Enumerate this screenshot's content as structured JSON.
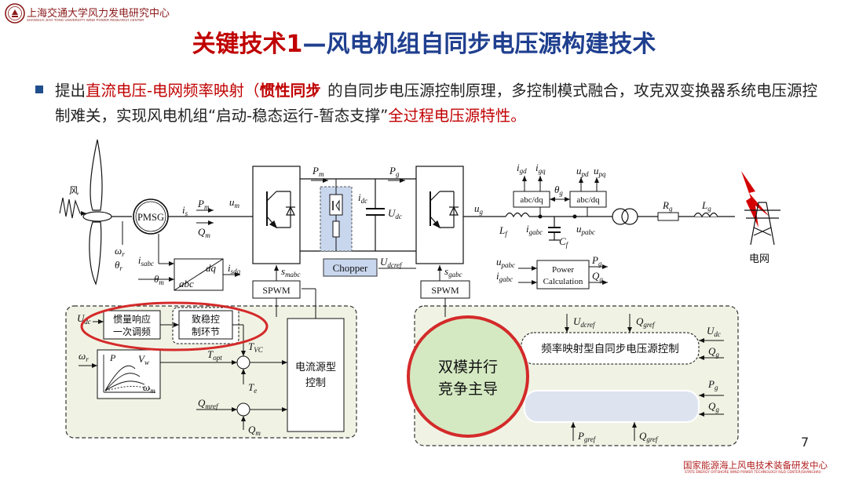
{
  "header": {
    "org_cn": "上海交通大学风力发电研究中心",
    "org_en": "SHANGHAI JIAO TONG UNIVERSITY WIND POWER RESEARCH CENTER"
  },
  "title": {
    "part1": "关键技术1",
    "part2": "—风电机组自同步电压源构建技术"
  },
  "bullet": {
    "t1": "提出",
    "t2": "直流电压-电网频率映射（",
    "t3": "惯性同步",
    "t4": "）",
    "t5": "的自同步电压源控制原理，多控制模式融合，攻克双变换器系统电压源控制难关，实现风电机组",
    "t6": "“启动-稳态运行-暂态支撑”",
    "t7": "全过程电压源特性。"
  },
  "diagram": {
    "wind": "风",
    "pmsg": "PMSG",
    "i_s": "i",
    "i_s_sub": "s",
    "pm": "P",
    "pm_sub": "m",
    "qm": "Q",
    "qm_sub": "m",
    "um": "u",
    "um_sub": "m",
    "pm2": "P",
    "pm2_sub": "m",
    "pg": "P",
    "pg_sub": "g",
    "idc": "i",
    "idc_sub": "dc",
    "udc": "U",
    "udc_sub": "dc",
    "ug": "u",
    "ug_sub": "g",
    "lf": "L",
    "lf_sub": "f",
    "cf": "C",
    "cf_sub": "f",
    "igabc": "i",
    "igabc_sub": "gabc",
    "upabc": "u",
    "upabc_sub": "pabc",
    "igd": "i",
    "igd_sub": "gd",
    "igq": "i",
    "igq_sub": "gq",
    "theta_g": "θ",
    "theta_g_sub": "g",
    "upd": "u",
    "upd_sub": "pd",
    "upq": "u",
    "upq_sub": "pq",
    "abc_dq1": "abc/dq",
    "abc_dq2": "abc/dq",
    "rg": "R",
    "rg_sub": "g",
    "lg": "L",
    "lg_sub": "g",
    "grid": "电网",
    "omega_r": "ω",
    "omega_r_sub": "r",
    "theta_r": "θ",
    "theta_r_sub": "r",
    "isabc": "i",
    "isabc_sub": "sabc",
    "theta_m": "θ",
    "theta_m_sub": "m",
    "dq": "dq",
    "abc": "abc",
    "isdq": "i",
    "isdq_sub": "sdq",
    "chopper": "Chopper",
    "udcref": "U",
    "udcref_sub": "dcref",
    "spwm1": "SPWM",
    "spwm2": "SPWM",
    "smabc": "s",
    "smabc_sub": "mabc",
    "sgabc": "s",
    "sgabc_sub": "gabc",
    "pc_upabc": "u",
    "pc_upabc_sub": "pabc",
    "pc_igabc": "i",
    "pc_igabc_sub": "gabc",
    "power_calc_1": "Power",
    "power_calc_2": "Calculation",
    "pc_pg": "P",
    "pc_pg_sub": "g",
    "pc_qg": "Q",
    "pc_qg_sub": "g",
    "left_udc": "U",
    "left_udc_sub": "dc",
    "inertia_1": "惯量响应",
    "inertia_2": "一次调频",
    "stab_1": "致稳控",
    "stab_2": "制环节",
    "tvc": "T",
    "tvc_sub": "VC",
    "topt": "T",
    "topt_sub": "opt",
    "te": "T",
    "te_sub": "e",
    "omega_r2": "ω",
    "omega_r2_sub": "r",
    "p_axis": "P",
    "vw": "V",
    "vw_sub": "w",
    "omega_m": "ω",
    "omega_m_sub": "m",
    "qmref": "Q",
    "qmref_sub": "mref",
    "qm2": "Q",
    "qm2_sub": "m",
    "current_src_1": "电流源型",
    "current_src_2": "控制",
    "r_udcref": "U",
    "r_udcref_sub": "dcref",
    "r_qgref": "Q",
    "r_qgref_sub": "gref",
    "r_udc": "U",
    "r_udc_sub": "dc",
    "r_qg": "Q",
    "r_qg_sub": "g",
    "freq_map": "频率映射型自同步电压源控制",
    "r_pg": "P",
    "r_pg_sub": "g",
    "r_qg2": "Q",
    "r_qg2_sub": "g",
    "r_pgref": "P",
    "r_pgref_sub": "gref",
    "r_qgref2": "Q",
    "r_qgref2_sub": "gref",
    "dual_1": "双模并行",
    "dual_2": "竞争主导"
  },
  "page_number": "7",
  "footer": {
    "cn": "国家能源海上风电技术装备研发中心",
    "en": "STATE ENERGY OFFSHORE WIND POWER TECHNOLOGY R&D CENTER(SHANGHAI)"
  },
  "colors": {
    "title_red": "#c00000",
    "title_blue": "#1f3f8f",
    "highlight_red": "#c00000",
    "panel_bg": "#f0f3e4",
    "chopper_bg": "#c9d7ee",
    "dual_mode_bg": "#d4e9c2"
  }
}
